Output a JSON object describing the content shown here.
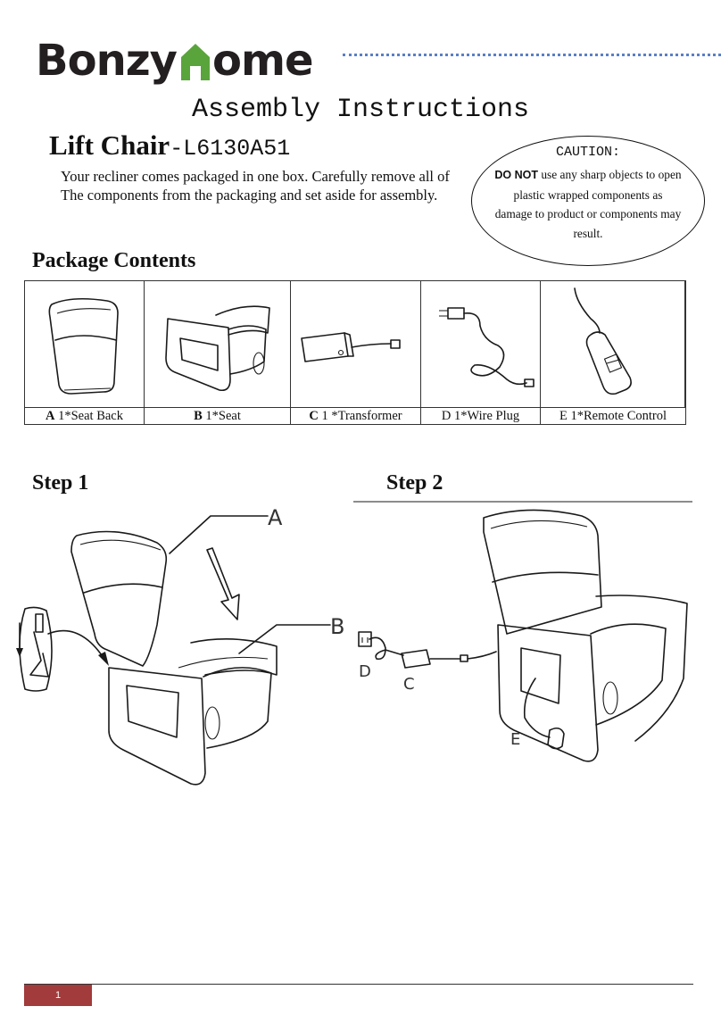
{
  "header": {
    "brand_part1": "Bonzy",
    "brand_part2": "ome",
    "brand_color": "#231f20",
    "house_color": "#5aa43c",
    "rule_color": "#5a7fc4"
  },
  "title": "Assembly Instructions",
  "product": {
    "name": "Lift Chair",
    "code": "-L6130A51"
  },
  "intro": {
    "line1": "Your recliner comes packaged in one box. Carefully remove all of",
    "line2": "The components from the packaging and set aside for assembly."
  },
  "caution": {
    "title": "CAUTION:",
    "strong": "DO NOT",
    "body": " use any sharp objects to open plastic wrapped components as damage to product or components may result."
  },
  "package": {
    "heading": "Package Contents",
    "items": [
      {
        "letter": "A",
        "label": " 1*Seat Back",
        "icon": "seat-back-illustration"
      },
      {
        "letter": "B",
        "label": " 1*Seat",
        "icon": "seat-illustration"
      },
      {
        "letter": "C",
        "label": " 1 *Transformer",
        "icon": "transformer-illustration"
      },
      {
        "letter": "",
        "label": "D 1*Wire Plug",
        "icon": "wire-plug-illustration"
      },
      {
        "letter": "",
        "label": "E 1*Remote Control",
        "icon": "remote-control-illustration"
      }
    ]
  },
  "steps": [
    {
      "heading": "Step 1",
      "callouts": [
        "A",
        "B"
      ]
    },
    {
      "heading": "Step 2",
      "callouts": [
        "D",
        "C",
        "E"
      ]
    }
  ],
  "footer": {
    "page": "1",
    "accent": "#a23b3b"
  }
}
